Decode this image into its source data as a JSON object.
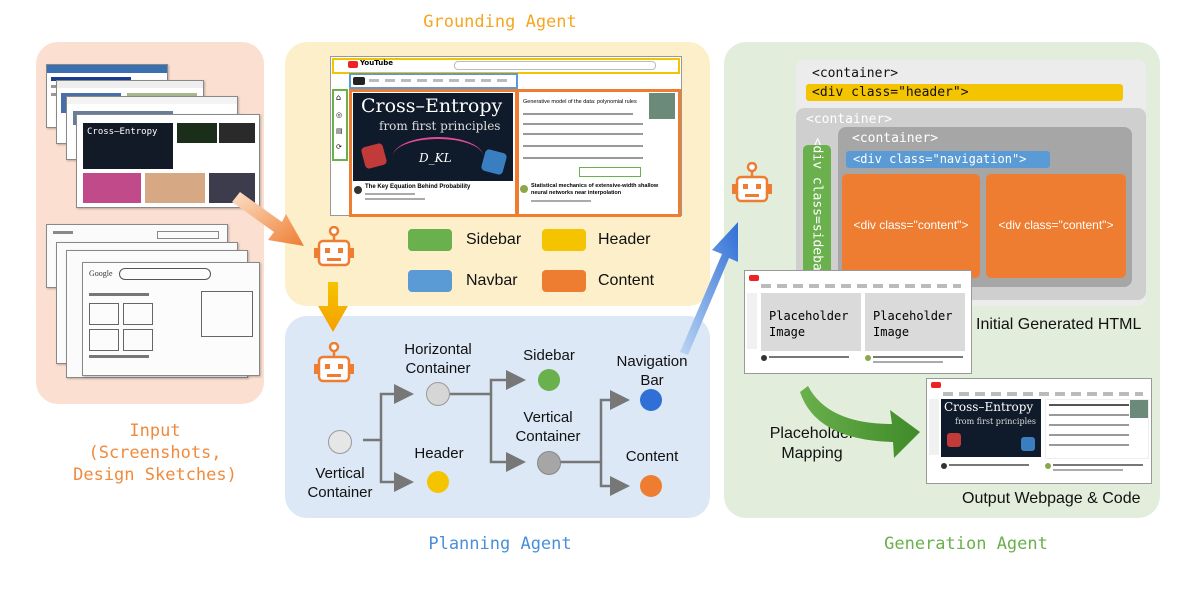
{
  "titles": {
    "grounding": "Grounding Agent",
    "planning": "Planning Agent",
    "generation": "Generation Agent",
    "input": "Input\n(Screenshots,\nDesign Sketches)"
  },
  "colors": {
    "sidebar": "#6ab04c",
    "header": "#f5c400",
    "navbar": "#5b9bd5",
    "content": "#ee7d31",
    "input_title": "#f08a3c",
    "grounding_title": "#f5a623",
    "planning_title": "#4a8fd8",
    "generation_title": "#6ab04c"
  },
  "legend": {
    "sidebar": "Sidebar",
    "header": "Header",
    "navbar": "Navbar",
    "content": "Content"
  },
  "tree": {
    "root": "Vertical\nContainer",
    "horizontal": "Horizontal\nContainer",
    "header": "Header",
    "sidebar": "Sidebar",
    "vertical": "Vertical\nContainer",
    "navbar": "Navigation\nBar",
    "content": "Content"
  },
  "html_code": {
    "container_outer": "<container>",
    "header_div": "<div class=\"header\">",
    "container_mid": "<container>",
    "container_inner": "<container>",
    "nav_div": "<div class=\"navigation\">",
    "sidebar_div": "<div class=sidebar\">",
    "content_div_1": "<div class=\"content\">",
    "content_div_2": "<div class=\"content\">"
  },
  "labels": {
    "initial_html": "Initial Generated HTML",
    "placeholder_mapping": "Placeholder\nMapping",
    "output": "Output Webpage & Code",
    "placeholder_1": "Placeholder\nImage",
    "placeholder_2": "Placeholder\nImage"
  },
  "screenshot": {
    "brand": "YouTube",
    "video1_title": "Cross–Entropy",
    "video1_sub": "from first principles",
    "video1_formula": "D_KL",
    "video1_caption": "The Key Equation Behind Probability",
    "video2_title": "Generative model of the data: polynomial rules",
    "video2_caption": "Statistical mechanics of extensive-width shallow neural networks near interpolation"
  }
}
